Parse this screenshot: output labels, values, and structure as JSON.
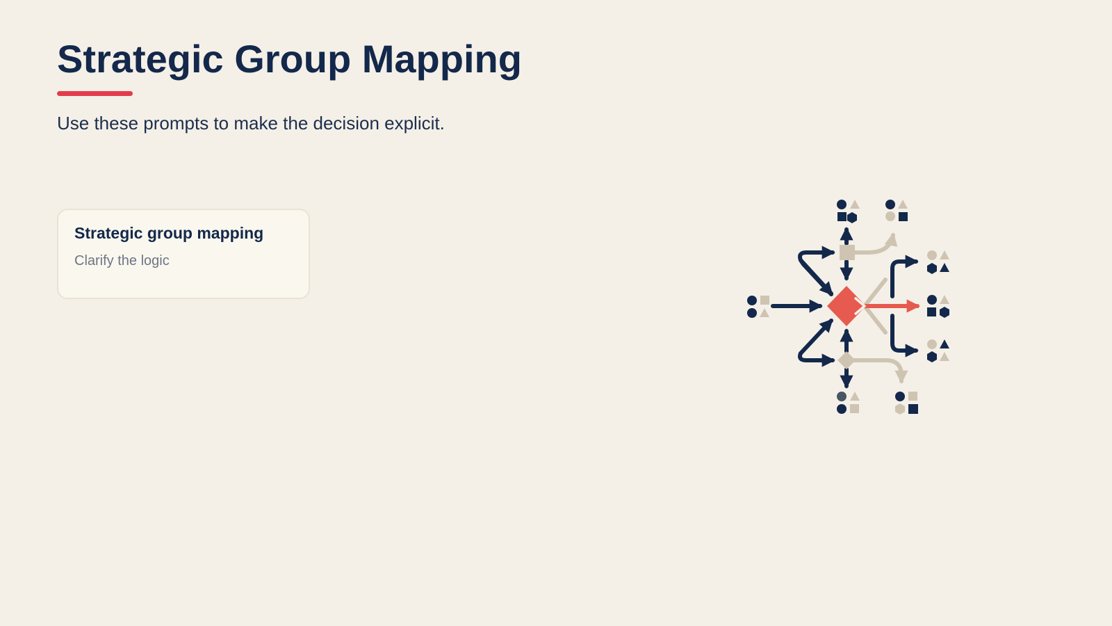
{
  "slide": {
    "title": "Strategic Group Mapping",
    "subtitle": "Use these prompts to make the decision explicit."
  },
  "card": {
    "title": "Strategic group mapping",
    "text": "Clarify the logic"
  },
  "diagram": {
    "icon": "decision-flow-icon",
    "colors": {
      "navy": "#13284a",
      "beige": "#cfc4b1",
      "accent": "#e65a4f",
      "slate": "#4a5563"
    }
  },
  "colors": {
    "background": "#f4f0e8",
    "title": "#13284a",
    "accent_rule": "#e23d4c",
    "card_background": "#faf7ef",
    "card_border": "#e9e3d3",
    "card_text": "#6d7585"
  }
}
